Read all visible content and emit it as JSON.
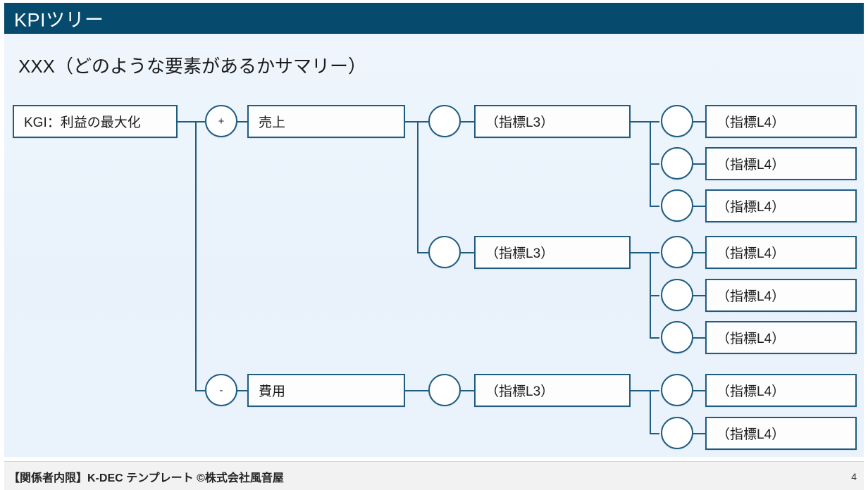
{
  "header": {
    "title": "KPIツリー"
  },
  "subtitle": "XXX（どのような要素があるかサマリー）",
  "footer": {
    "text": "【関係者内限】K-DEC テンプレート ©株式会社風音屋",
    "page": "4"
  },
  "colors": {
    "header_bg": "#064a6e",
    "canvas_bg": "#eaf3fb",
    "line": "#1f5c82",
    "node_bg": "#fdfdfd",
    "footer_bg": "#f2f2f2"
  },
  "tree": {
    "root": {
      "label": "KGI：利益の最大化"
    },
    "operators": [
      {
        "symbol": "+",
        "for": "売上"
      },
      {
        "symbol": "-",
        "for": "費用"
      }
    ],
    "level2": [
      {
        "label": "売上",
        "operator": "+"
      },
      {
        "label": "費用",
        "operator": "-"
      }
    ],
    "level3": [
      {
        "label": "（指標L3）",
        "parent": "売上"
      },
      {
        "label": "（指標L3）",
        "parent": "売上"
      },
      {
        "label": "（指標L3）",
        "parent": "費用"
      }
    ],
    "level4": [
      {
        "label": "（指標L4）",
        "group": 1
      },
      {
        "label": "（指標L4）",
        "group": 1
      },
      {
        "label": "（指標L4）",
        "group": 1
      },
      {
        "label": "（指標L4）",
        "group": 2
      },
      {
        "label": "（指標L4）",
        "group": 2
      },
      {
        "label": "（指標L4）",
        "group": 2
      },
      {
        "label": "（指標L4）",
        "group": 3
      },
      {
        "label": "（指標L4）",
        "group": 3
      }
    ]
  }
}
